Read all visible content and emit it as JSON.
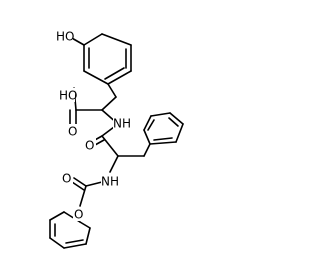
{
  "molecule": {
    "atom_labels": {
      "hydroxyl": "HO",
      "acid_oh": "HO",
      "acid_o": "O",
      "amide_nh": "NH",
      "amide_o": "O",
      "carbamate_nh": "NH",
      "carbamate_o": "O",
      "ester_o": "O"
    },
    "colors": {
      "bond": "#000000",
      "label": "#000000",
      "background": "#ffffff"
    }
  }
}
